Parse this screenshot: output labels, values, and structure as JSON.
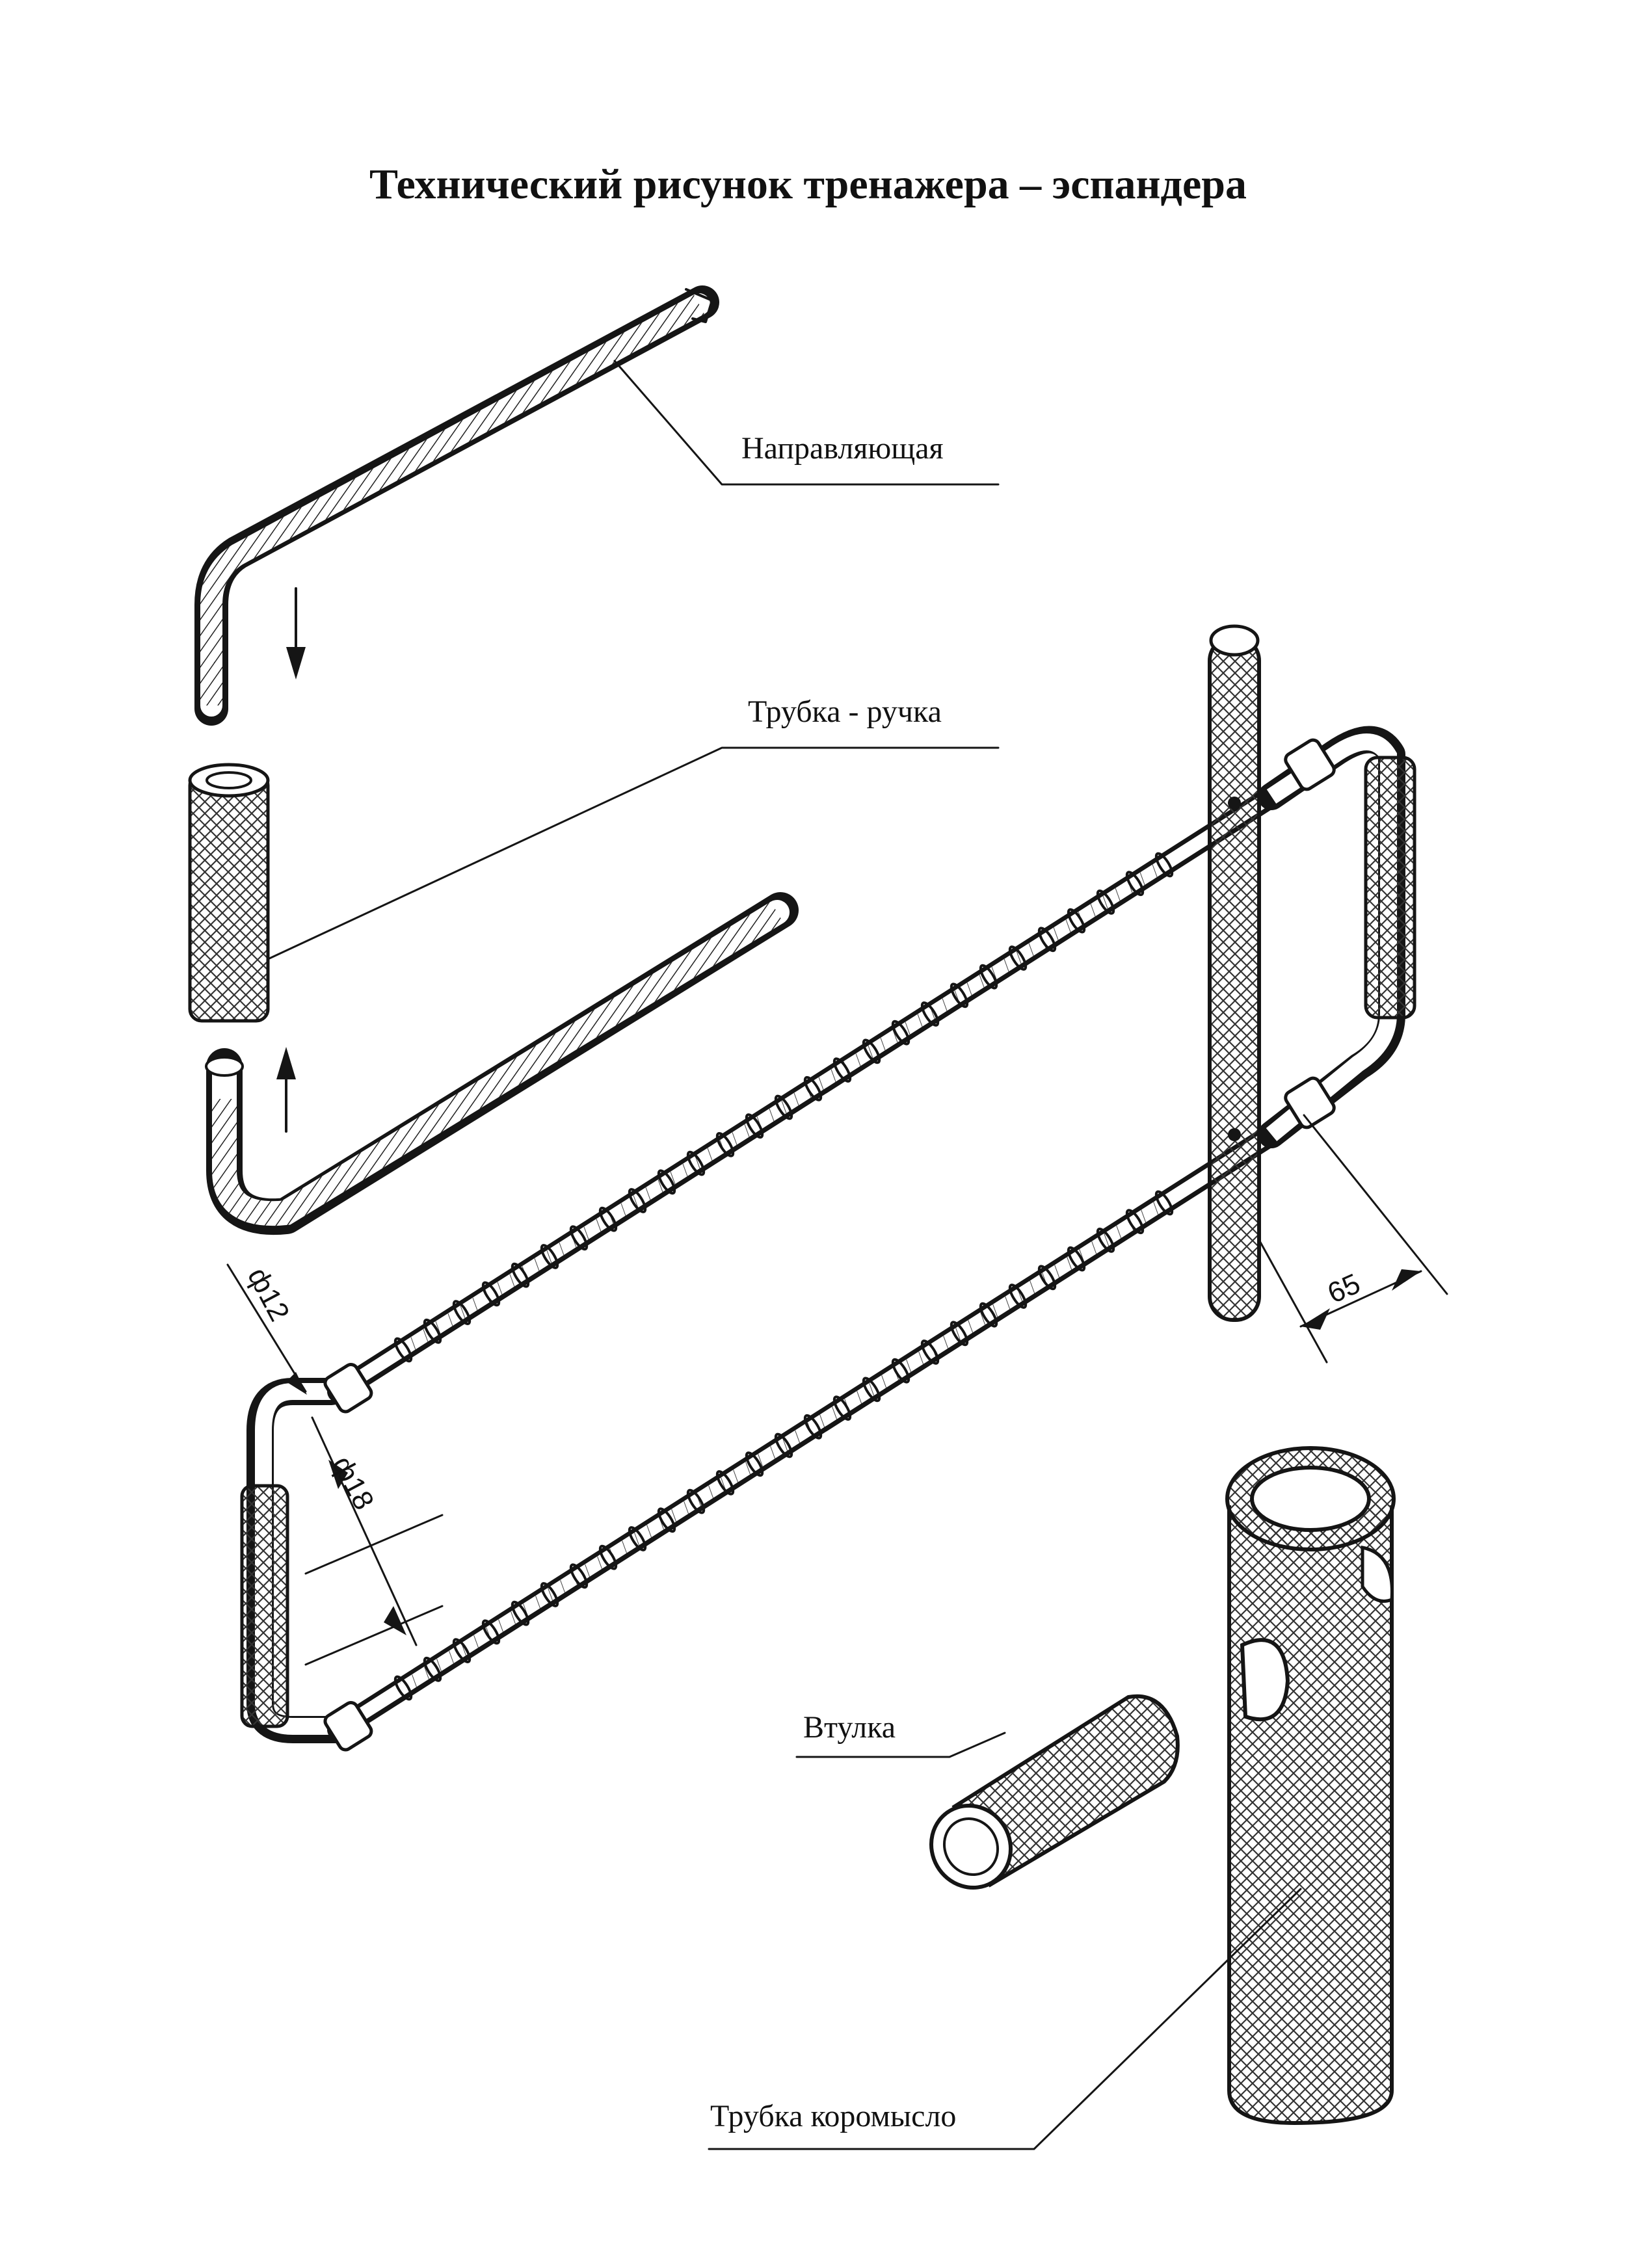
{
  "title": "Технический рисунок тренажера – эспандера",
  "labels": {
    "guide": "Направляющая",
    "handle_tube": "Трубка - ручка",
    "bushing": "Втулка",
    "rocker_tube": "Трубка коромысло"
  },
  "dimensions": {
    "d12": "ф12",
    "d18": "ф18",
    "len65": "65"
  },
  "colors": {
    "ink": "#151515",
    "paper": "#ffffff"
  }
}
